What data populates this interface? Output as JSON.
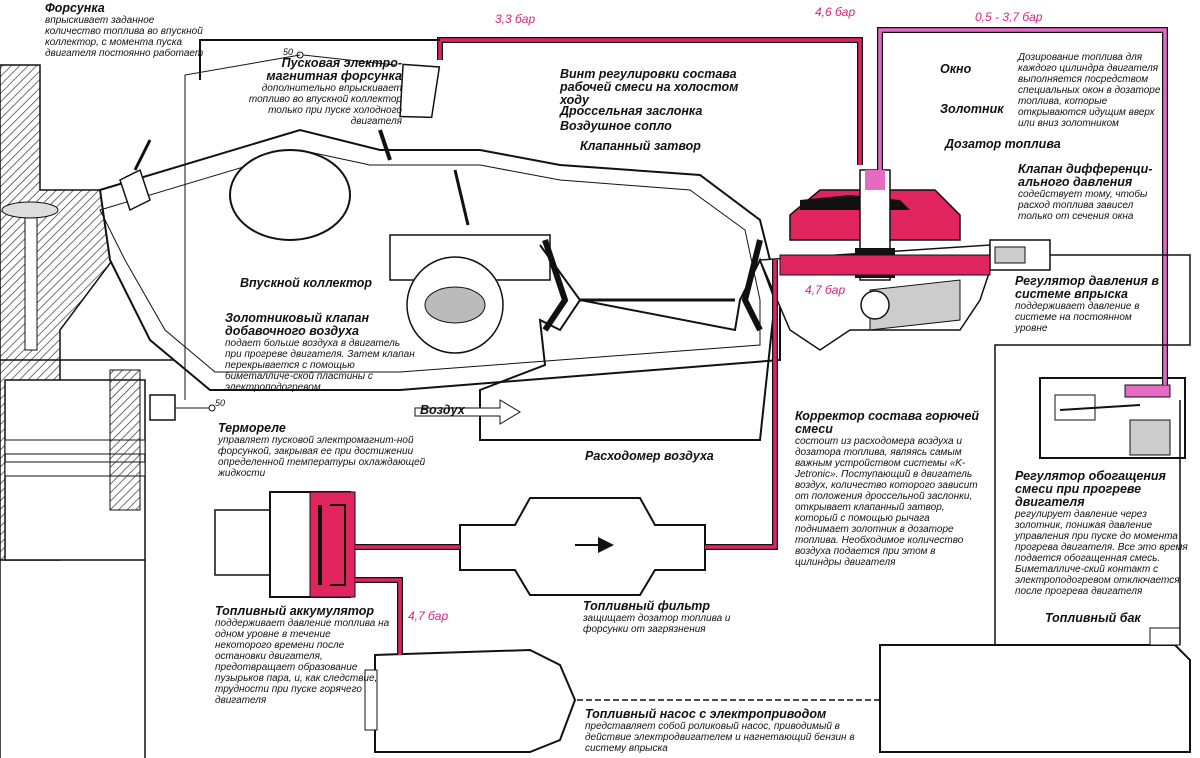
{
  "pressures": {
    "p1": "3,3 бар",
    "p2": "4,6 бар",
    "p3": "0,5 - 3,7 бар",
    "p4": "4,7 бар",
    "p5": "4,7 бар"
  },
  "terminals": {
    "t1": "50",
    "t2": "50"
  },
  "labels": {
    "injector": {
      "title": "Форсунка",
      "desc": "впрыскивает заданное количество топлива во впускной коллектор, с момента пуска двигателя постоянно работает"
    },
    "cold_start": {
      "title": "Пусковая электро-магнитная форсунка",
      "desc": "дополнительно впрыскивает топливо во впускной коллектор только при пуске холодного двигателя"
    },
    "idle_screw": {
      "title": "Винт регулировки состава рабочей смеси на холостом ходу",
      "desc": ""
    },
    "throttle": {
      "title": "Дроссельная заслонка",
      "desc": ""
    },
    "air_nozzle": {
      "title": "Воздушное сопло",
      "desc": ""
    },
    "flap": {
      "title": "Клапанный затвор",
      "desc": ""
    },
    "window": {
      "title": "Окно",
      "desc": ""
    },
    "plunger": {
      "title": "Золотник",
      "desc": ""
    },
    "metering_info": {
      "title": "",
      "desc": "Дозирование топлива для каждого цилиндра двигателя выполняется посредством специальных окон в дозаторе топлива, которые открываются идущим вверх или вниз золотником"
    },
    "distributor": {
      "title": "Дозатор топлива",
      "desc": ""
    },
    "diff_valve": {
      "title": "Клапан дифференци-ального давления",
      "desc": "содействует тому, чтобы расход топлива зависел только от сечения окна"
    },
    "manifold": {
      "title": "Впускной коллектор",
      "desc": ""
    },
    "aux_air": {
      "title": "Золотниковый клапан добавочного воздуха",
      "desc": "подает больше воздуха в двигатель при прогреве двигателя. Затем клапан перекрывается с помощью биметалличе-ской пластины с электроподогревом"
    },
    "pressure_reg": {
      "title": "Регулятор давления в системе впрыска",
      "desc": "поддерживает давление в системе на постоянном уровне"
    },
    "thermo": {
      "title": "Термореле",
      "desc": "управляет пусковой электромагнит-ной форсункой, закрывая ее при достижении определенной температуры охлаждающей жидкости"
    },
    "air": {
      "title": "Воздух",
      "desc": ""
    },
    "air_flow_meter": {
      "title": "Расходомер воздуха",
      "desc": ""
    },
    "mixture_control": {
      "title": "Корректор состава горючей смеси",
      "desc": "состоит из расходомера воздуха и дозатора топлива, являясь самым важным устройством системы «K-Jetronic». Поступающий в двигатель воздух, количество которого зависит от положения дроссельной заслонки, открывает клапанный затвор, который с помощью рычага поднимает золотник в дозаторе топлива. Необходимое количество воздуха подается при этом в цилиндры двигателя"
    },
    "warmup_reg": {
      "title": "Регулятор обогащения смеси при прогреве двигателя",
      "desc": "регулирует давление через золотник, понижая давление управления при пуске до момента прогрева двигателя. Все это время подается обогащенная смесь. Биметалличе-ский контакт с электроподогревом отключается после прогрева двигателя"
    },
    "accumulator": {
      "title": "Топливный аккумулятор",
      "desc": "поддерживает давление топлива на одном уровне в течение некоторого времени после остановки двигателя, предотвращает образование пузырьков пара, и, как следствие, трудности при пуске горячего двигателя"
    },
    "filter": {
      "title": "Топливный фильтр",
      "desc": "защищает дозатор топлива и форсунки от загрязнения"
    },
    "tank": {
      "title": "Топливный бак",
      "desc": ""
    },
    "pump": {
      "title": "Топливный насос с электроприводом",
      "desc": "представляет собой роликовый насос, приводимый в действие электродвигателем и нагнетающий бензин в систему впрыска"
    }
  },
  "colors": {
    "high_pressure": "#e0245e",
    "control_pressure": "#e46ac4",
    "line": "#111111"
  }
}
